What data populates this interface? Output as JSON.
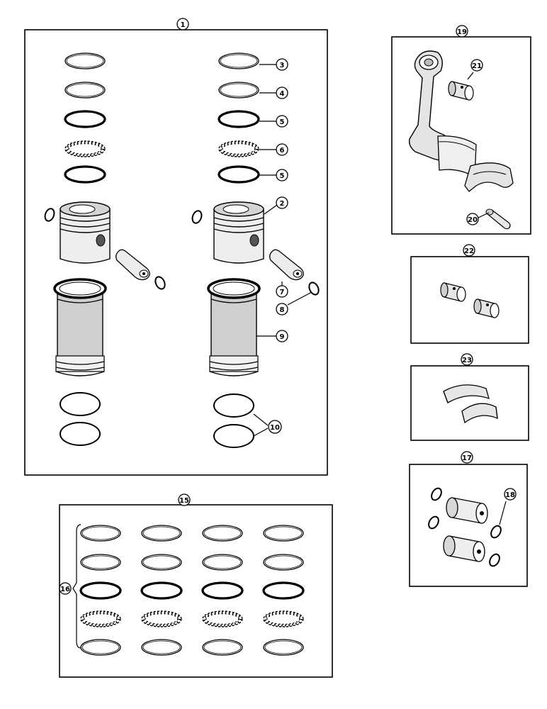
{
  "colors": {
    "ink": "#000000",
    "paper": "#ffffff",
    "shade": "#b8b8b8",
    "light": "#e8e8e8"
  },
  "callouts": {
    "kit_main": "1",
    "piston": "2",
    "ring_top": "3",
    "ring_second": "4",
    "ring_third": "5",
    "ring_oil": "6",
    "ring_third_lower": "5",
    "piston_pin": "7",
    "retainer": "8",
    "sleeve": "9",
    "sleeve_seals": "10",
    "ring_set": "15",
    "ring_bracket": "16",
    "pin_kit": "17",
    "pin_retainer": "18",
    "rod_assembly": "19",
    "rod_bolt": "20",
    "rod_bushing": "21",
    "bushing_kit": "22",
    "bearing_kit": "23"
  }
}
